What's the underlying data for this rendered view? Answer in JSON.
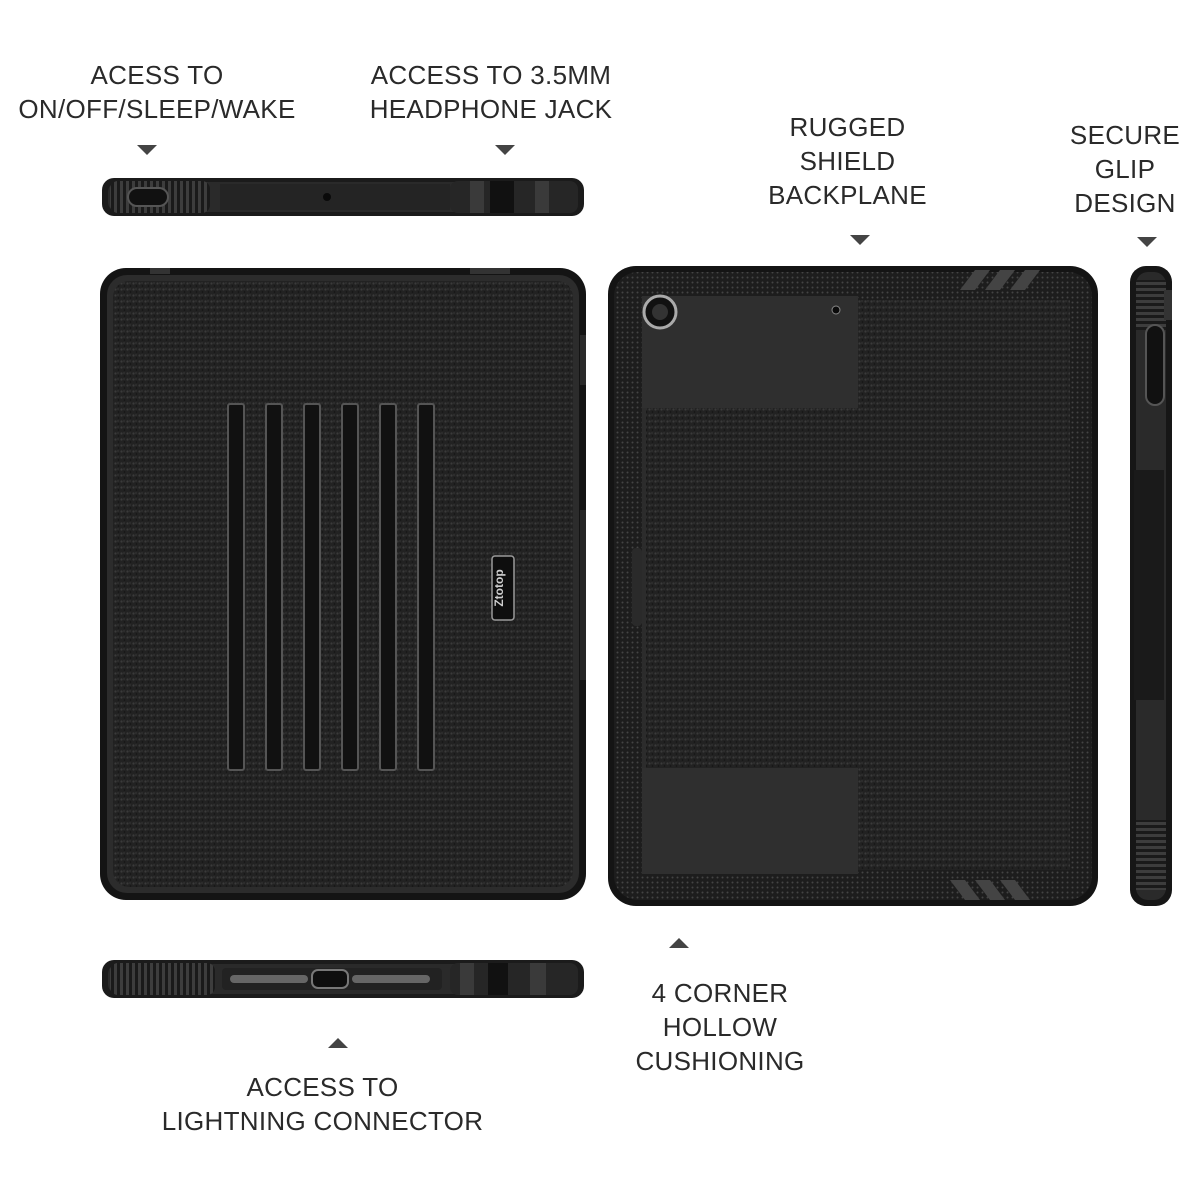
{
  "labels": {
    "power": {
      "line1": "ACESS TO",
      "line2": "ON/OFF/SLEEP/WAKE"
    },
    "headphone": {
      "line1": "ACCESS TO 3.5MM",
      "line2": "HEADPHONE JACK"
    },
    "backplane": {
      "line1": "RUGGED",
      "line2": "SHIELD",
      "line3": "BACKPLANE"
    },
    "grip": {
      "line1": "SECURE",
      "line2": "GLIP",
      "line3": "DESIGN"
    },
    "cushioning": {
      "line1": "4 CORNER",
      "line2": "HOLLOW",
      "line3": "CUSHIONING"
    },
    "lightning": {
      "line1": "ACCESS TO",
      "line2": "LIGHTNING CONNECTOR"
    }
  },
  "brand": {
    "logo_text": "Ztotop"
  },
  "colors": {
    "case_dark": "#1a1a1a",
    "case_mid": "#2e2e2e",
    "arrow": "#444444",
    "text": "#2a2a2a"
  }
}
